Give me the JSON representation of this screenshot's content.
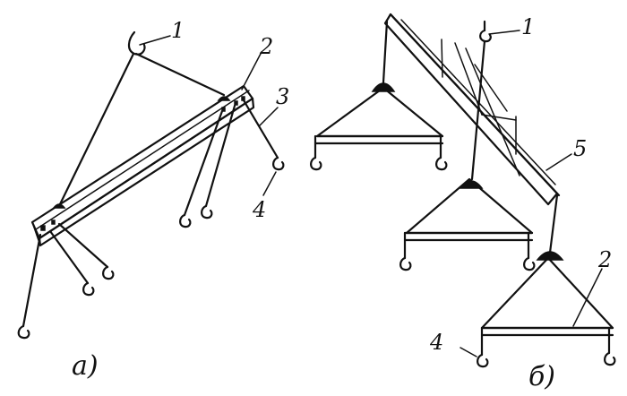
{
  "figure": {
    "callouts_a": [
      "1",
      "2",
      "3",
      "4"
    ],
    "callouts_b": [
      "1",
      "5",
      "2",
      "4"
    ],
    "caption_a": "а)",
    "caption_b": "б)"
  }
}
